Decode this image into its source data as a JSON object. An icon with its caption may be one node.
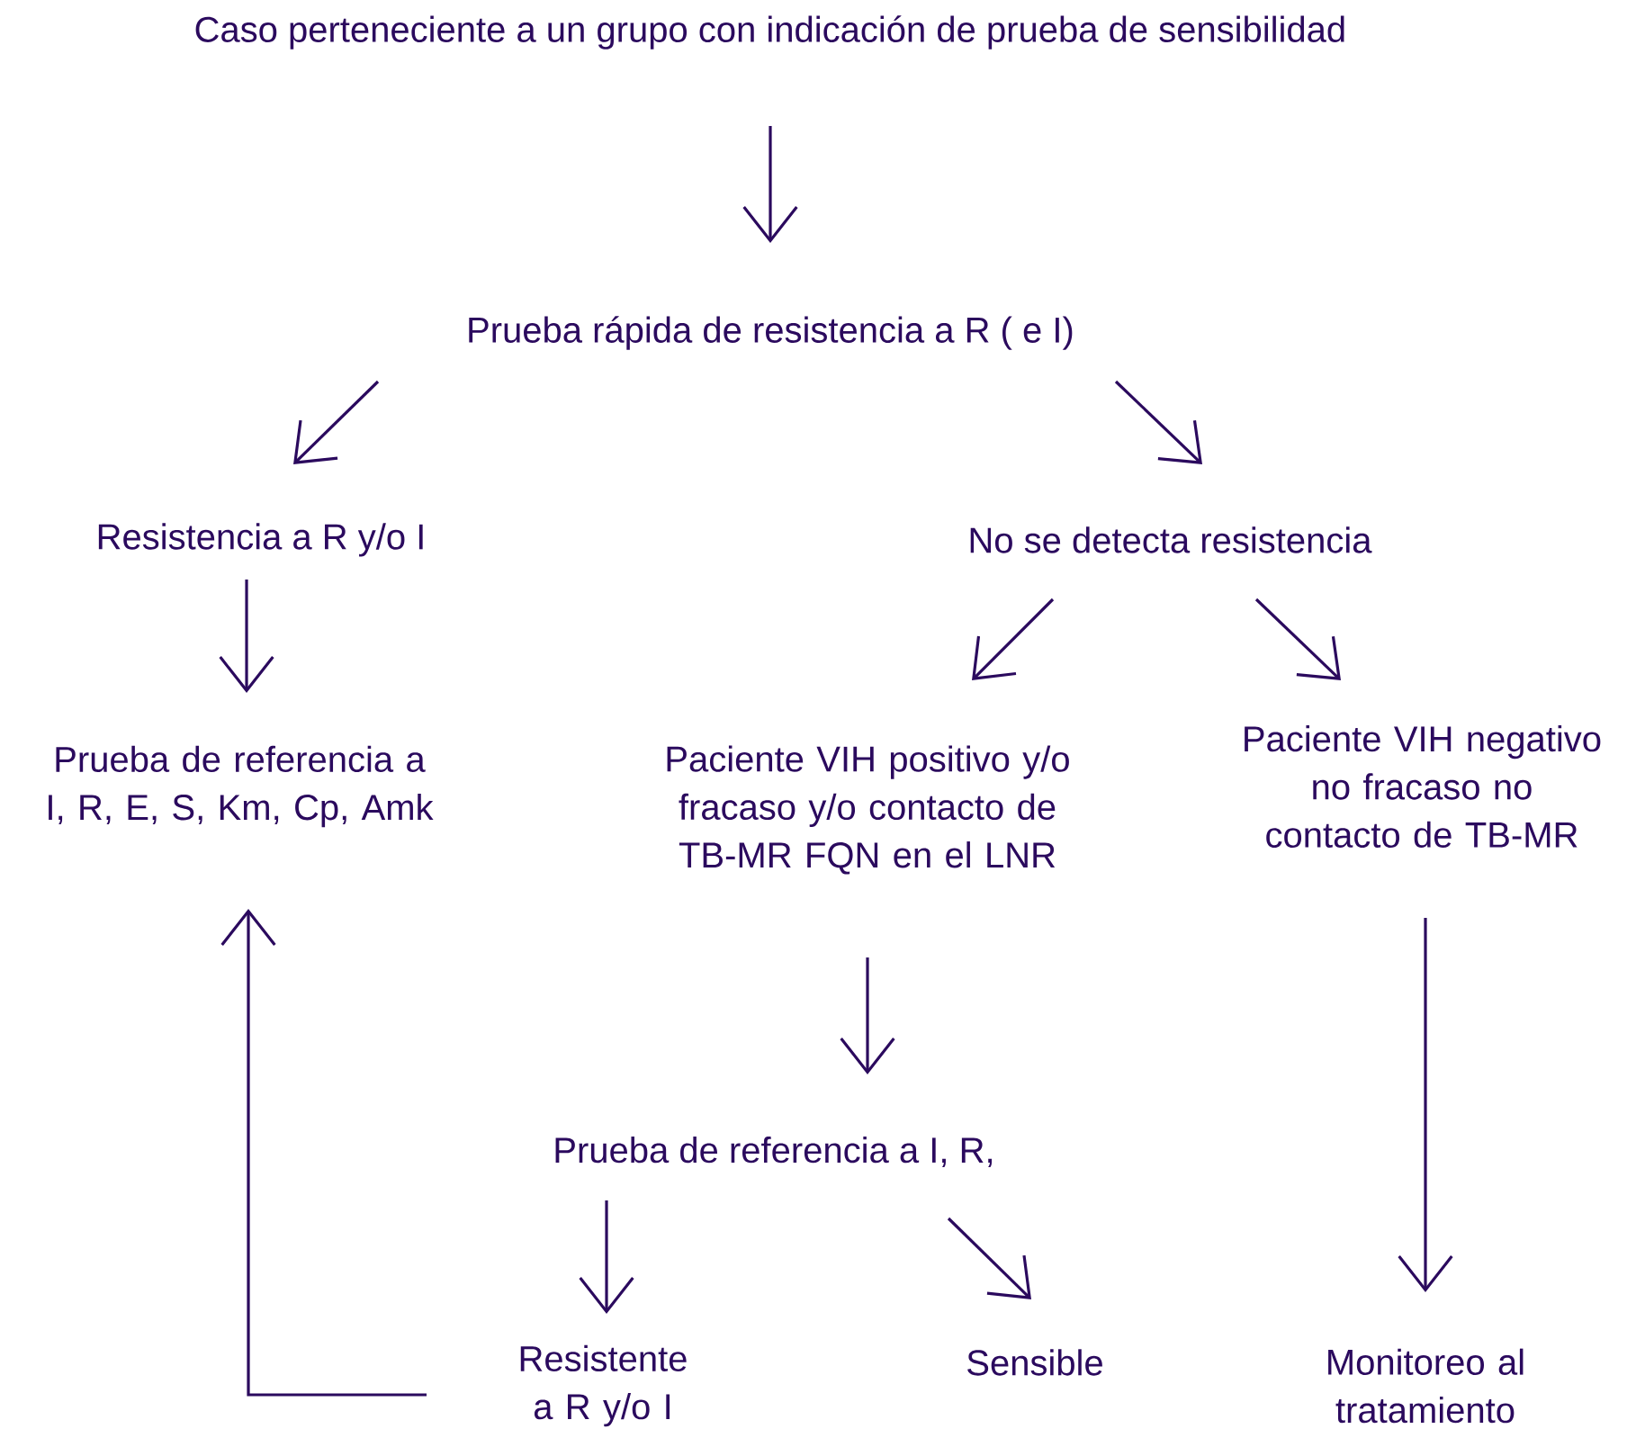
{
  "diagram": {
    "nodes": [
      {
        "text": [
          "Caso perteneciente a un grupo con indicación de prueba de sensibilidad"
        ]
      },
      {
        "text": [
          "Prueba rápida de resistencia a R ( e I)"
        ]
      },
      {
        "text": [
          "Resistencia a R y/o I"
        ]
      },
      {
        "text": [
          "No se detecta resistencia"
        ]
      },
      {
        "text": [
          "Prueba de referencia a I, R, E, S, Km, Cp, Amk"
        ]
      },
      {
        "text": [
          "Paciente VIH positivo y/o fracaso y/o contacto de TB-MR FQN en el LNR"
        ]
      },
      {
        "text": [
          "Paciente VIH negativo no fracaso no contacto de TB-MR"
        ]
      },
      {
        "text": [
          "Prueba de referencia a I, R,"
        ]
      },
      {
        "text": [
          "Resistente a R y/o I"
        ]
      },
      {
        "text": [
          "Sensible"
        ]
      },
      {
        "text": [
          "Monitoreo al tratamiento"
        ]
      }
    ],
    "edges": [
      {
        "from": 0,
        "to": 1,
        "arrow": "to"
      },
      {
        "from": 1,
        "to": 2,
        "arrow": "to"
      },
      {
        "from": 1,
        "to": 3,
        "arrow": "to"
      },
      {
        "from": 2,
        "to": 4,
        "arrow": "to"
      },
      {
        "from": 3,
        "to": 5,
        "arrow": "to"
      },
      {
        "from": 3,
        "to": 6,
        "arrow": "to"
      },
      {
        "from": 5,
        "to": 7,
        "arrow": "to"
      },
      {
        "from": 7,
        "to": 8,
        "arrow": "to"
      },
      {
        "from": 7,
        "to": 9,
        "arrow": "to"
      },
      {
        "from": 6,
        "to": 10,
        "arrow": "to"
      },
      {
        "from": 8,
        "to": 4,
        "arrow": "to"
      }
    ]
  }
}
